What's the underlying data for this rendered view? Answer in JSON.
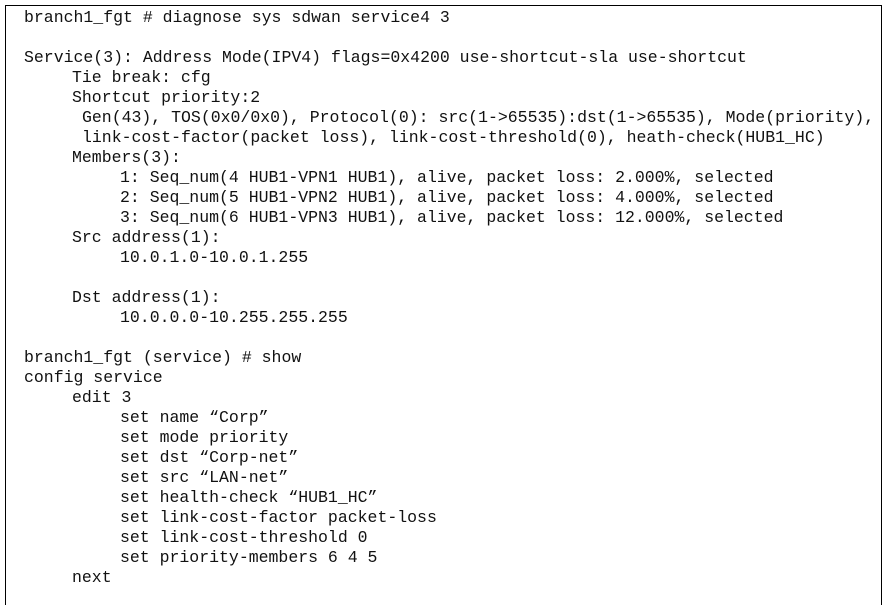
{
  "lines": [
    {
      "indent": "i0",
      "text": "branch1_fgt # diagnose sys sdwan service4 3"
    },
    {
      "indent": "i0",
      "text": ""
    },
    {
      "indent": "i0",
      "text": "Service(3): Address Mode(IPV4) flags=0x4200 use-shortcut-sla use-shortcut"
    },
    {
      "indent": "i1",
      "text": "Tie break: cfg"
    },
    {
      "indent": "i1",
      "text": "Shortcut priority:2"
    },
    {
      "indent": "ig",
      "text": "Gen(43), TOS(0x0/0x0), Protocol(0): src(1->65535):dst(1->65535), Mode(priority),"
    },
    {
      "indent": "ig",
      "text": "link-cost-factor(packet loss), link-cost-threshold(0), heath-check(HUB1_HC)"
    },
    {
      "indent": "i1",
      "text": "Members(3):"
    },
    {
      "indent": "i2",
      "text": "1: Seq_num(4 HUB1-VPN1 HUB1), alive, packet loss: 2.000%, selected"
    },
    {
      "indent": "i2",
      "text": "2: Seq_num(5 HUB1-VPN2 HUB1), alive, packet loss: 4.000%, selected"
    },
    {
      "indent": "i2",
      "text": "3: Seq_num(6 HUB1-VPN3 HUB1), alive, packet loss: 12.000%, selected"
    },
    {
      "indent": "i1",
      "text": "Src address(1):"
    },
    {
      "indent": "i2",
      "text": "10.0.1.0-10.0.1.255"
    },
    {
      "indent": "i0",
      "text": ""
    },
    {
      "indent": "i1",
      "text": "Dst address(1):"
    },
    {
      "indent": "i2",
      "text": "10.0.0.0-10.255.255.255"
    },
    {
      "indent": "i0",
      "text": ""
    },
    {
      "indent": "i0",
      "text": "branch1_fgt (service) # show"
    },
    {
      "indent": "i0",
      "text": "config service"
    },
    {
      "indent": "i1",
      "text": "edit 3"
    },
    {
      "indent": "i2",
      "text": "set name “Corp”"
    },
    {
      "indent": "i2",
      "text": "set mode priority"
    },
    {
      "indent": "i2",
      "text": "set dst “Corp-net”"
    },
    {
      "indent": "i2",
      "text": "set src “LAN-net”"
    },
    {
      "indent": "i2",
      "text": "set health-check “HUB1_HC”"
    },
    {
      "indent": "i2",
      "text": "set link-cost-factor packet-loss"
    },
    {
      "indent": "i2",
      "text": "set link-cost-threshold 0"
    },
    {
      "indent": "i2",
      "text": "set priority-members 6 4 5"
    },
    {
      "indent": "i1",
      "text": "next"
    }
  ]
}
